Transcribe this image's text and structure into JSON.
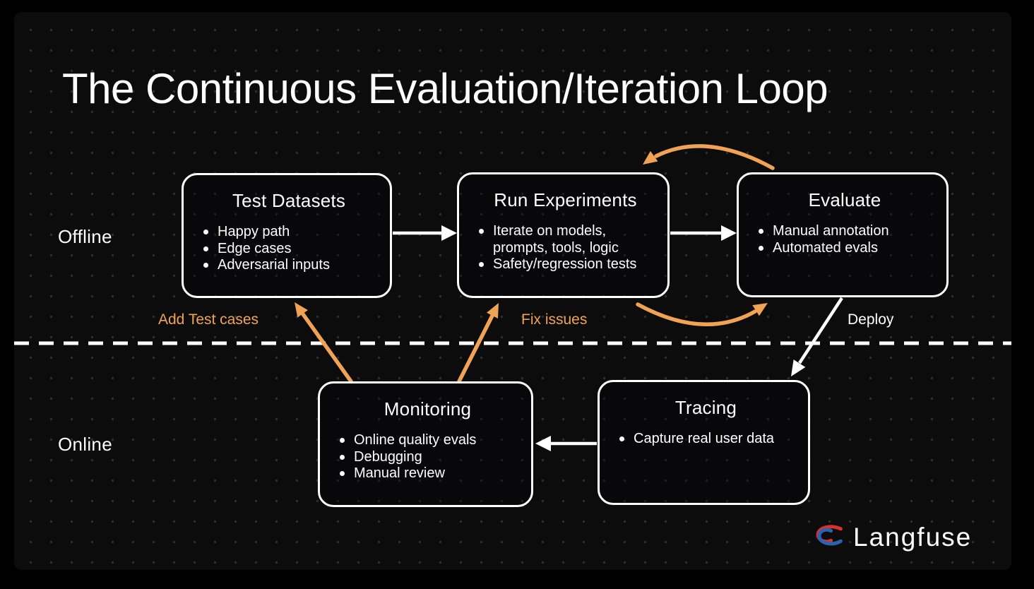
{
  "title": "The Continuous Evaluation/Iteration Loop",
  "colors": {
    "accent_orange": "#F0A355",
    "logo_red": "#D6322E",
    "logo_blue": "#2B62B0",
    "panel_bg": "#0c0c0d",
    "dot_color": "#2e2e30",
    "box_border": "#ffffff"
  },
  "sections": {
    "offline_label": "Offline",
    "online_label": "Online"
  },
  "nodes": {
    "test_datasets": {
      "title": "Test Datasets",
      "bullets": [
        "Happy path",
        "Edge cases",
        "Adversarial inputs"
      ]
    },
    "run_experiments": {
      "title": "Run Experiments",
      "bullets": [
        "Iterate on models,\nprompts, tools, logic",
        "Safety/regression tests"
      ]
    },
    "evaluate": {
      "title": "Evaluate",
      "bullets": [
        "Manual annotation",
        "Automated evals"
      ]
    },
    "monitoring": {
      "title": "Monitoring",
      "bullets": [
        "Online quality evals",
        "Debugging",
        "Manual review"
      ]
    },
    "tracing": {
      "title": "Tracing",
      "bullets": [
        "Capture real user data"
      ]
    }
  },
  "edge_labels": {
    "add_test_cases": "Add Test cases",
    "fix_issues": "Fix issues",
    "deploy": "Deploy"
  },
  "logo": {
    "text": "Langfuse"
  }
}
